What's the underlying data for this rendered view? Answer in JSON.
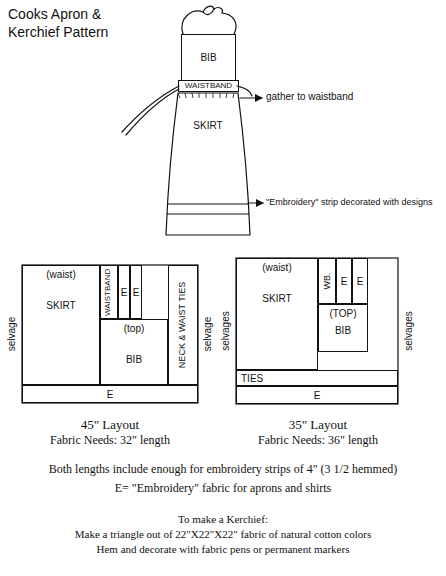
{
  "diagram": {
    "title": "Cooks Apron & Kerchief Pattern",
    "nodes": [
      {
        "text": [
          "BIB"
        ]
      },
      {
        "text": [
          "WAISTBAND"
        ]
      },
      {
        "text": [
          "SKIRT"
        ]
      },
      {
        "text": [
          "(waist)",
          "SKIRT"
        ]
      },
      {
        "text": [
          "WAISTBAND"
        ]
      },
      {
        "text": [
          "E"
        ]
      },
      {
        "text": [
          "E"
        ]
      },
      {
        "text": [
          "(top)",
          "BIB"
        ]
      },
      {
        "text": [
          "NECK & WAIST TIES"
        ]
      },
      {
        "text": [
          "E"
        ]
      },
      {
        "text": [
          "(waist)",
          "SKIRT"
        ]
      },
      {
        "text": [
          "WB."
        ]
      },
      {
        "text": [
          "E"
        ]
      },
      {
        "text": [
          "E"
        ]
      },
      {
        "text": [
          "(TOP)",
          "BIB"
        ]
      },
      {
        "text": [
          "TIES"
        ]
      },
      {
        "text": [
          "E"
        ]
      }
    ],
    "labels": [
      "gather to waistband",
      "\"Embroidery\" strip decorated with designs",
      "selvage",
      "selvage",
      "selvages",
      "selvages",
      "45\" Layout",
      "Fabric Needs: 32\" length",
      "35\" Layout",
      "Fabric Needs: 36\" length",
      "Both lengths include enough for embroidery strips of 4\" (3 1/2 hemmed)",
      "E= \"Embroidery\" fabric for aprons and shirts",
      "To make a Kerchief:",
      "Make a triangle out of 22\"X22\"X22\" fabric of natural cotton colors",
      "Hem and decorate with fabric pens or permanent markers"
    ]
  }
}
